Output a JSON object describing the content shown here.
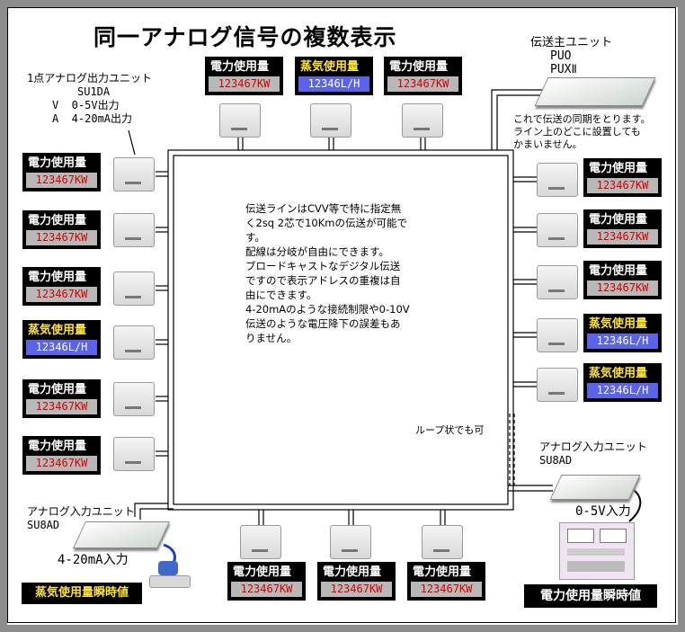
{
  "title": "同一アナログ信号の複数表示",
  "su1da_label": {
    "line1": "1点アナログ出力ユニット",
    "line2": "SU1DA",
    "line3": "V  0-5V出力",
    "line4": "A  4-20mA出力"
  },
  "master_label": {
    "line1": "伝送主ユニット",
    "line2": "PUO",
    "line3": "PUXⅡ"
  },
  "sync_note": {
    "line1": "これで伝送の同期をとります。",
    "line2": "ライン上のどこに設置しても",
    "line3": "かまいません。"
  },
  "center_note": {
    "line1": "伝送ラインはCVV等で特に指定無",
    "line2": "く2sq 2芯で10Kmの伝送が可能で",
    "line3": "す。",
    "line4": "配線は分岐が自由にできます。",
    "line5": "ブロードキャストなデジタル伝送",
    "line6": "ですので表示アドレスの重複は自",
    "line7": "由にできます。",
    "line8": "4-20mAのような接続制限や0-10V",
    "line9": "伝送のような電圧降下の誤差もあ",
    "line10": "りません。"
  },
  "loop_note": "ループ状でも可",
  "su8ad_right": {
    "line1": "アナログ入力ユニット",
    "line2": "SU8AD"
  },
  "su8ad_left": {
    "line1": "アナログ入力ユニット",
    "line2": "SU8AD"
  },
  "voltage_input": "0-5V入力",
  "current_input": "4-20mA入力",
  "steam_instant": "蒸気使用量瞬時値",
  "power_instant": "電力使用量瞬時値",
  "displays": {
    "top1": {
      "label": "電力使用量",
      "value": "123467KW"
    },
    "top2": {
      "label": "蒸気使用量",
      "value": "12346L/H"
    },
    "top3": {
      "label": "電力使用量",
      "value": "123467KW"
    },
    "left1": {
      "label": "電力使用量",
      "value": "123467KW"
    },
    "left2": {
      "label": "電力使用量",
      "value": "123467KW"
    },
    "left3": {
      "label": "電力使用量",
      "value": "123467KW"
    },
    "left4": {
      "label": "蒸気使用量",
      "value": "12346L/H"
    },
    "left5": {
      "label": "電力使用量",
      "value": "123467KW"
    },
    "left6": {
      "label": "電力使用量",
      "value": "123467KW"
    },
    "right1": {
      "label": "電力使用量",
      "value": "123467KW"
    },
    "right2": {
      "label": "電力使用量",
      "value": "123467KW"
    },
    "right3": {
      "label": "電力使用量",
      "value": "123467KW"
    },
    "right4": {
      "label": "蒸気使用量",
      "value": "12346L/H"
    },
    "right5": {
      "label": "蒸気使用量",
      "value": "12346L/H"
    },
    "bottom1": {
      "label": "電力使用量",
      "value": "123467KW"
    },
    "bottom2": {
      "label": "電力使用量",
      "value": "123467KW"
    },
    "bottom3": {
      "label": "電力使用量",
      "value": "123467KW"
    }
  },
  "colors": {
    "frame": "#8c8c8c",
    "display_bg": "#000000",
    "power_value": "#d80000",
    "power_value_bg": "#b8b8b8",
    "steam_label": "#ffe23a",
    "steam_value_bg": "#5b63e8"
  }
}
